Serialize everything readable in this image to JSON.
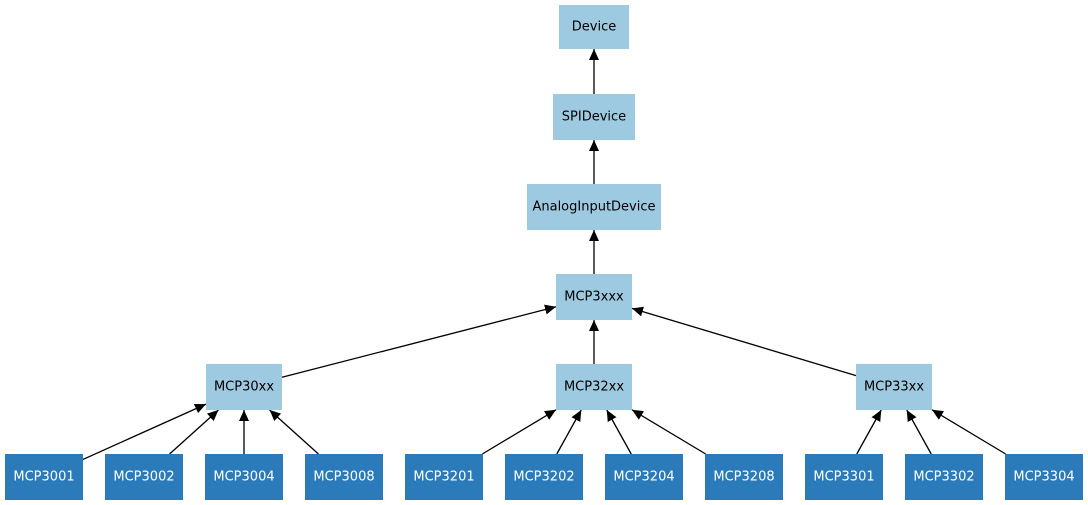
{
  "colors": {
    "abstract_fill": "#9ecae1",
    "abstract_text": "#000000",
    "concrete_fill": "#2b7bba",
    "concrete_text": "#ffffff",
    "edge": "#000000",
    "background": "#ffffff"
  },
  "nodes": {
    "device": "Device",
    "spidevice": "SPIDevice",
    "analoginputdevice": "AnalogInputDevice",
    "mcp3xxx": "MCP3xxx",
    "mcp30xx": "MCP30xx",
    "mcp32xx": "MCP32xx",
    "mcp33xx": "MCP33xx",
    "mcp3001": "MCP3001",
    "mcp3002": "MCP3002",
    "mcp3004": "MCP3004",
    "mcp3008": "MCP3008",
    "mcp3201": "MCP3201",
    "mcp3202": "MCP3202",
    "mcp3204": "MCP3204",
    "mcp3208": "MCP3208",
    "mcp3301": "MCP3301",
    "mcp3302": "MCP3302",
    "mcp3304": "MCP3304"
  },
  "edges": [
    [
      "spidevice",
      "device"
    ],
    [
      "analoginputdevice",
      "spidevice"
    ],
    [
      "mcp3xxx",
      "analoginputdevice"
    ],
    [
      "mcp30xx",
      "mcp3xxx"
    ],
    [
      "mcp32xx",
      "mcp3xxx"
    ],
    [
      "mcp33xx",
      "mcp3xxx"
    ],
    [
      "mcp3001",
      "mcp30xx"
    ],
    [
      "mcp3002",
      "mcp30xx"
    ],
    [
      "mcp3004",
      "mcp30xx"
    ],
    [
      "mcp3008",
      "mcp30xx"
    ],
    [
      "mcp3201",
      "mcp32xx"
    ],
    [
      "mcp3202",
      "mcp32xx"
    ],
    [
      "mcp3204",
      "mcp32xx"
    ],
    [
      "mcp3208",
      "mcp32xx"
    ],
    [
      "mcp3301",
      "mcp33xx"
    ],
    [
      "mcp3302",
      "mcp33xx"
    ],
    [
      "mcp3304",
      "mcp33xx"
    ]
  ]
}
